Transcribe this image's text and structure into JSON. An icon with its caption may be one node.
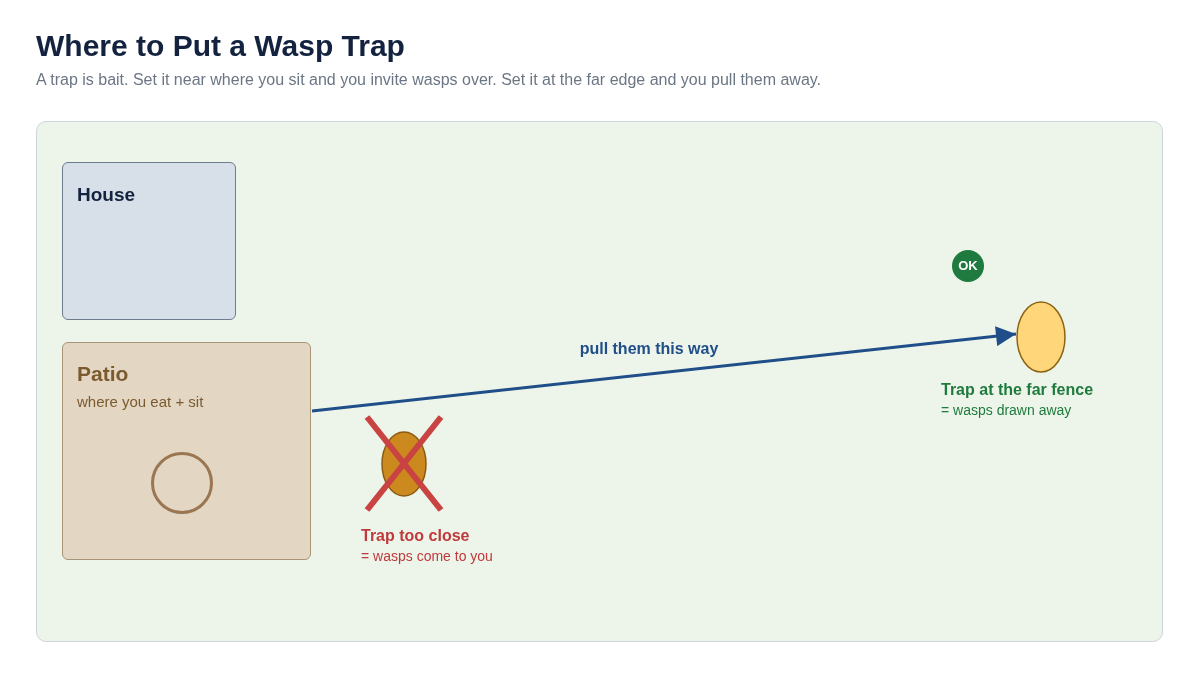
{
  "diagram": {
    "title": "Where to Put a Wasp Trap",
    "caption": "A trap is bait. Set it near where you sit and you invite wasps over. Set it at the far edge and you pull them away.",
    "nodes": [
      {
        "text": [
          "House"
        ]
      },
      {
        "text": [
          "Patio",
          "where you eat + sit"
        ]
      },
      {
        "text": [],
        "shape": "circle",
        "in": 1
      },
      {
        "text": [
          "Trap too close",
          "= wasps come to you"
        ]
      },
      {
        "text": [
          "OK"
        ]
      },
      {
        "text": [
          "Trap at the far fence",
          "= wasps drawn away"
        ]
      }
    ],
    "edges": [
      {
        "from": 1,
        "to": 5,
        "arrow": "to",
        "label": "pull them this way"
      }
    ]
  }
}
